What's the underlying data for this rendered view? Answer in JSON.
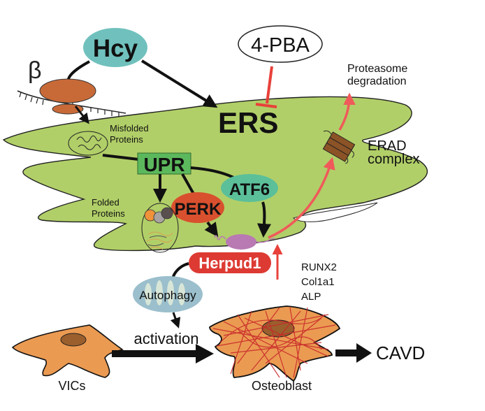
{
  "nodes": {
    "hcy": "Hcy",
    "beta": "β",
    "pba": "4-PBA",
    "ers": "ERS",
    "misfolded_line1": "Misfolded",
    "misfolded_line2": "Proteins",
    "upr": "UPR",
    "atf6": "ATF6",
    "perk": "PERK",
    "folded_line1": "Folded",
    "folded_line2": "Proteins",
    "proteasome_line1": "Proteasome",
    "proteasome_line2": "degradation",
    "erad_line1": "ERAD",
    "erad_line2": "complex",
    "herpud1": "Herpud1",
    "autophagy": "Autophagy",
    "markers": [
      "RUNX2",
      "Col1a1",
      "ALP"
    ],
    "activation": "activation",
    "vics": "VICs",
    "osteoblast": "Osteoblast",
    "cavd": "CAVD"
  },
  "colors": {
    "er_fill": "#b1cf68",
    "hcy_fill": "#70c1bd",
    "upr_fill": "#5cb85c",
    "atf6_fill": "#5bbf9a",
    "perk_fill": "#d9502e",
    "herpud1_fill": "#dd3a33",
    "inhibit_red": "#e8413a",
    "arrow_pink": "#f05a5a",
    "ribosome": "#c86a38",
    "cell_fill": "#eb9a52",
    "nucleus": "#9a5f2c",
    "autophagy_fill": "#9bbfcc",
    "herpud1_protein": "#b979b3",
    "erad_fill": "#8b5326",
    "fiber_red": "#c8282a"
  }
}
